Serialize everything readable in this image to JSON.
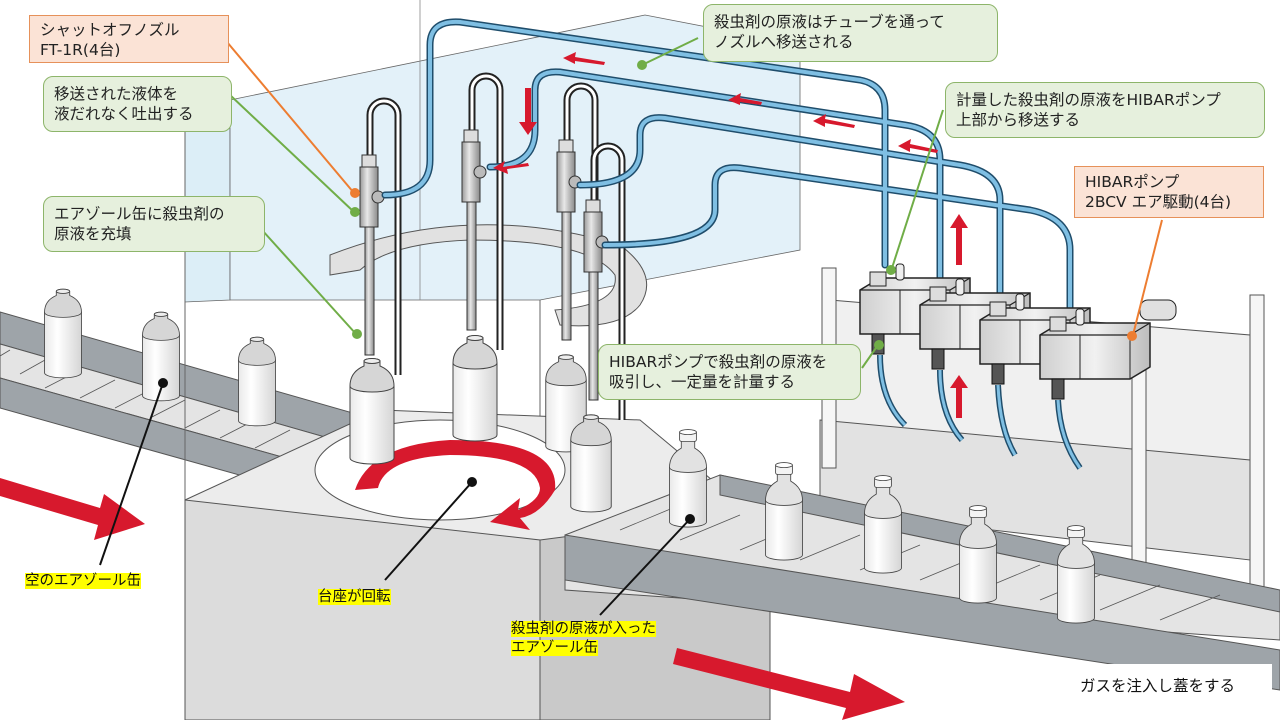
{
  "diagram": {
    "colors": {
      "callout_green_bg": "#e6f0dd",
      "callout_green_border": "#8db56a",
      "callout_orange_bg": "#fbe3d6",
      "callout_orange_border": "#e6915a",
      "leader_green": "#70ad47",
      "leader_orange": "#ed7d31",
      "tube_blue": "#7fbfe3",
      "arrow_red": "#d7192d",
      "highlight_yellow": "#ffff00",
      "conveyor_gray": "#9ea4a9"
    },
    "callouts": {
      "nozzle_name": "シャットオフノズル\nFT-1R(4台)",
      "dispense": "移送された液体を\n液だれなく吐出する",
      "fill": "エアゾール缶に殺虫剤の\n原液を充填",
      "tube_transfer": "殺虫剤の原液はチューブを通って\nノズルへ移送される",
      "pump_transfer": "計量した殺虫剤の原液をHIBARポンプ\n上部から移送する",
      "pump_name": "HIBARポンプ\n2BCV エア駆動(4台)",
      "pump_measure": "HIBARポンプで殺虫剤の原液を\n吸引し、一定量を計量する"
    },
    "labels": {
      "empty_can": "空のエアゾール缶",
      "turntable": "台座が回転",
      "filled_can_line1": "殺虫剤の原液が入った",
      "filled_can_line2": "エアゾール缶",
      "gas_cap": "ガスを注入し蓋をする"
    }
  }
}
